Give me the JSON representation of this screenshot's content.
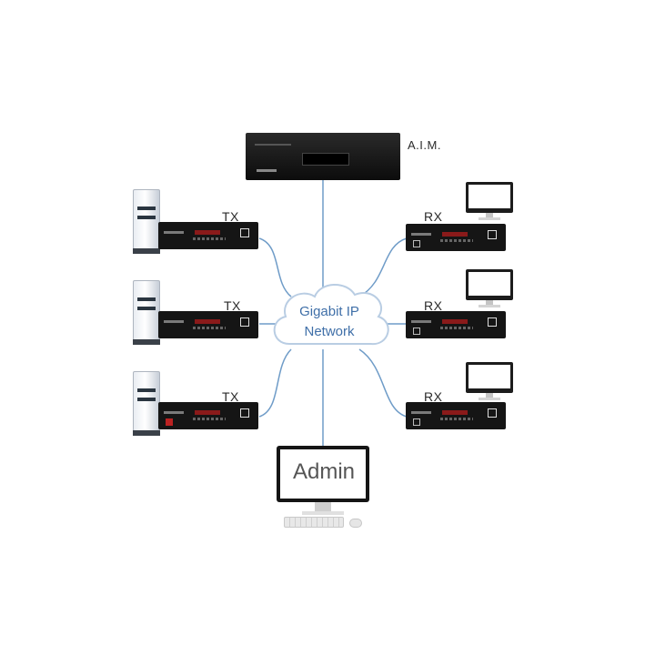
{
  "labels": {
    "aim": "A.I.M.",
    "tx": "TX",
    "rx": "RX",
    "network_line1": "Gigabit IP",
    "network_line2": "Network",
    "admin": "Admin"
  },
  "colors": {
    "cable": "#6f9cc8",
    "cloud_fill": "#ffffff",
    "cloud_stroke": "#b9cde3",
    "cloud_text": "#3f6fa8",
    "device": "#151515"
  },
  "icons": [
    "server-icon",
    "pc-tower-icon",
    "transmitter-icon",
    "receiver-icon",
    "monitor-icon",
    "cloud-icon",
    "keyboard-icon",
    "mouse-icon"
  ]
}
